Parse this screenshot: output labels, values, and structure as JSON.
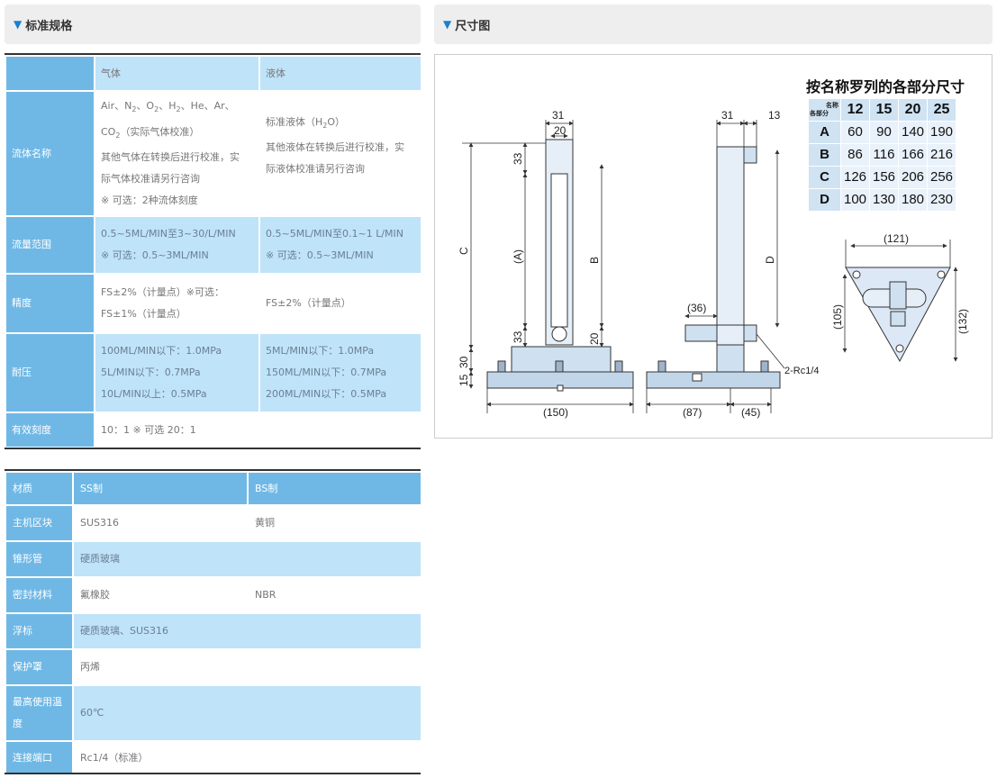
{
  "left_header": {
    "title": "标准规格"
  },
  "right_header": {
    "title": "尺寸图"
  },
  "spec": {
    "col_gas": "气体",
    "col_liquid": "液体",
    "rows": {
      "fluid": {
        "label": "流体名称",
        "gas_line1_pre": "Air、N",
        "gas_sub1": "2",
        "gas_line1_mid": "、O",
        "gas_sub2": "2",
        "gas_line1_mid2": "、H",
        "gas_sub3": "2",
        "gas_line1_post": "、He、Ar、",
        "gas_line2_pre": "CO",
        "gas_sub4": "2",
        "gas_line2_post": "（实际气体校准）",
        "gas_line3": "其他气体在转换后进行校准，实",
        "gas_line4": "际气体校准请另行咨询",
        "gas_line5": "※ 可选：2种流体刻度",
        "liq_line1_pre": "标准液体（H",
        "liq_sub": "2",
        "liq_line1_post": "O）",
        "liq_line2": "其他液体在转换后进行校准，实",
        "liq_line3": "际液体校准请另行咨询"
      },
      "range": {
        "label": "流量范围",
        "gas_line1": "0.5~5ML/MIN至3~30/L/MIN",
        "gas_line2": "※ 可选：0.5~3ML/MIN",
        "liq_line1": "0.5~5ML/MIN至0.1~1 L/MIN",
        "liq_line2": "※ 可选：0.5~3ML/MIN"
      },
      "accuracy": {
        "label": "精度",
        "gas_line1": "FS±2%（计量点）※可选：",
        "gas_line2": "FS±1%（计量点）",
        "liq_line1": "FS±2%（计量点）"
      },
      "pressure": {
        "label": "耐压",
        "gas_line1": "100ML/MIN以下：1.0MPa",
        "gas_line2": "5L/MIN以下：0.7MPa",
        "gas_line3": "10L/MIN以上：0.5MPa",
        "liq_line1": "5ML/MIN以下：1.0MPa",
        "liq_line2": "150ML/MIN以下：0.7MPa",
        "liq_line3": "200ML/MIN以下：0.5MPa"
      },
      "scale": {
        "label": "有效刻度",
        "value": "10：1 ※ 可选 20：1"
      }
    }
  },
  "material": {
    "col0": "材质",
    "col1": "SS制",
    "col2": "BS制",
    "rows": [
      {
        "label": "主机区块",
        "ss": "SUS316",
        "bs": "黄铜"
      },
      {
        "label": "锥形管",
        "value": "硬质玻璃"
      },
      {
        "label": "密封材料",
        "ss": "氟橡胶",
        "bs": "NBR"
      },
      {
        "label": "浮标",
        "value": "硬质玻璃、SUS316"
      },
      {
        "label": "保护罩",
        "value": "丙烯"
      },
      {
        "label": "最高使用温度",
        "label_l1": "最高使用温",
        "label_l2": "度",
        "value": "60℃"
      },
      {
        "label": "连接端口",
        "value": "Rc1/4（标准）"
      }
    ]
  },
  "diagram": {
    "table_title": "按名称罗列的各部分尺寸",
    "corner_top": "名称",
    "corner_bottom": "各部分",
    "sizes": [
      "12",
      "15",
      "20",
      "25"
    ],
    "rows": [
      {
        "name": "A",
        "values": [
          "60",
          "90",
          "140",
          "190"
        ]
      },
      {
        "name": "B",
        "values": [
          "86",
          "116",
          "166",
          "216"
        ]
      },
      {
        "name": "C",
        "values": [
          "126",
          "156",
          "206",
          "256"
        ]
      },
      {
        "name": "D",
        "values": [
          "100",
          "130",
          "180",
          "230"
        ]
      }
    ],
    "dims": {
      "d31a": "31",
      "d20a": "20",
      "d33a": "33",
      "d33b": "33",
      "dA": "(A)",
      "dB": "B",
      "dC": "C",
      "d20b": "20",
      "d30": "30",
      "d15": "15",
      "d150": "(150)",
      "d31b": "31",
      "d13": "13",
      "d36": "(36)",
      "dD": "D",
      "rc": "2-Rc1/4",
      "d87": "(87)",
      "d45": "(45)",
      "d121": "(121)",
      "d105": "(105)",
      "d132": "(132)"
    }
  }
}
